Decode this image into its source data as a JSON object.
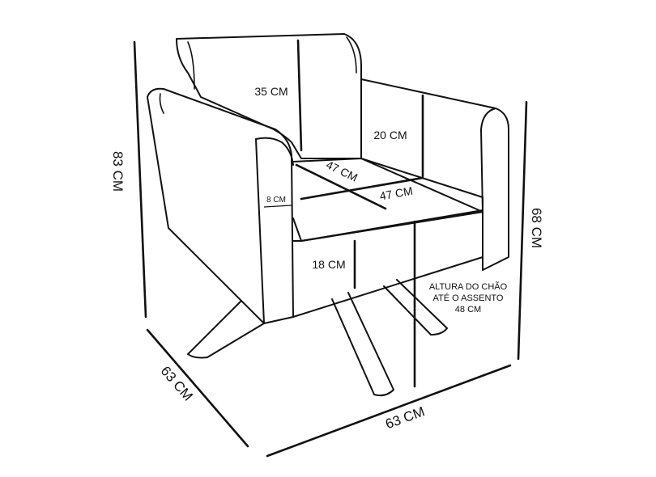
{
  "diagram": {
    "dimensions": {
      "total_height": "83 CM",
      "arm_height": "68 CM",
      "depth": "63 CM",
      "width": "63 CM",
      "backrest_height": "35 CM",
      "arm_inner_height": "20 CM",
      "seat_depth": "47 CM",
      "seat_width": "47 CM",
      "arm_thickness": "8 CM",
      "base_height": "18 CM"
    },
    "seat_height_note": {
      "line1": "ALTURA DO CHÃO",
      "line2": "ATÉ O ASSENTO",
      "line3": "48 CM"
    }
  }
}
